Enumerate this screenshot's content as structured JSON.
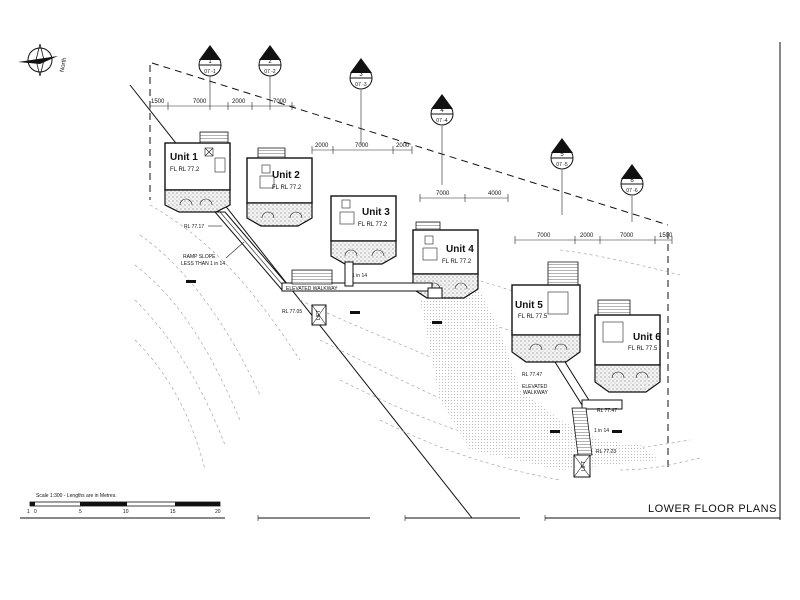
{
  "north": {
    "label": "North"
  },
  "sections": [
    {
      "num": "1",
      "ref": "07 -1"
    },
    {
      "num": "2",
      "ref": "07 -2"
    },
    {
      "num": "3",
      "ref": "07 -3"
    },
    {
      "num": "4",
      "ref": "07 -4"
    },
    {
      "num": "5",
      "ref": "07 -5"
    },
    {
      "num": "6",
      "ref": "07 -6"
    }
  ],
  "dimensions": {
    "row1": [
      "1500",
      "7000",
      "2000",
      "7000"
    ],
    "row2": [
      "2000",
      "7000",
      "2000"
    ],
    "row3": [
      "7000",
      "4000"
    ],
    "row4": [
      "7000",
      "2000",
      "7000",
      "1500"
    ]
  },
  "units": [
    {
      "name": "Unit 1",
      "fl": "FL RL 77.2"
    },
    {
      "name": "Unit 2",
      "fl": "FL RL 77.2"
    },
    {
      "name": "Unit 3",
      "fl": "FL RL 77.2"
    },
    {
      "name": "Unit 4",
      "fl": "FL RL 77.2"
    },
    {
      "name": "Unit 5",
      "fl": "FL RL 77.5"
    },
    {
      "name": "Unit 6",
      "fl": "FL RL 77.5"
    }
  ],
  "annotations": {
    "rl1": "RL 77.17",
    "ramp1": "RAMP SLOPE",
    "ramp2": "LESS THAN 1 in 14",
    "walkway1": "ELEVATED WALKWAY",
    "slope1": "1 in 14",
    "rl2": "RL 77.05",
    "lift1": "LIFT",
    "rl3": "RL 77.47",
    "walkway2a": "ELEVATED",
    "walkway2b": "WALKWAY",
    "rl4": "RL 77.47",
    "slope2": "1 in 14",
    "lift2": "LIFT",
    "rl5": "RL 77.23"
  },
  "scale": {
    "caption": "Scale 1:300 - Lengths are in Metres.",
    "ticks": [
      "1",
      "0",
      "5",
      "10",
      "15",
      "20"
    ]
  },
  "title": "LOWER FLOOR PLANS"
}
